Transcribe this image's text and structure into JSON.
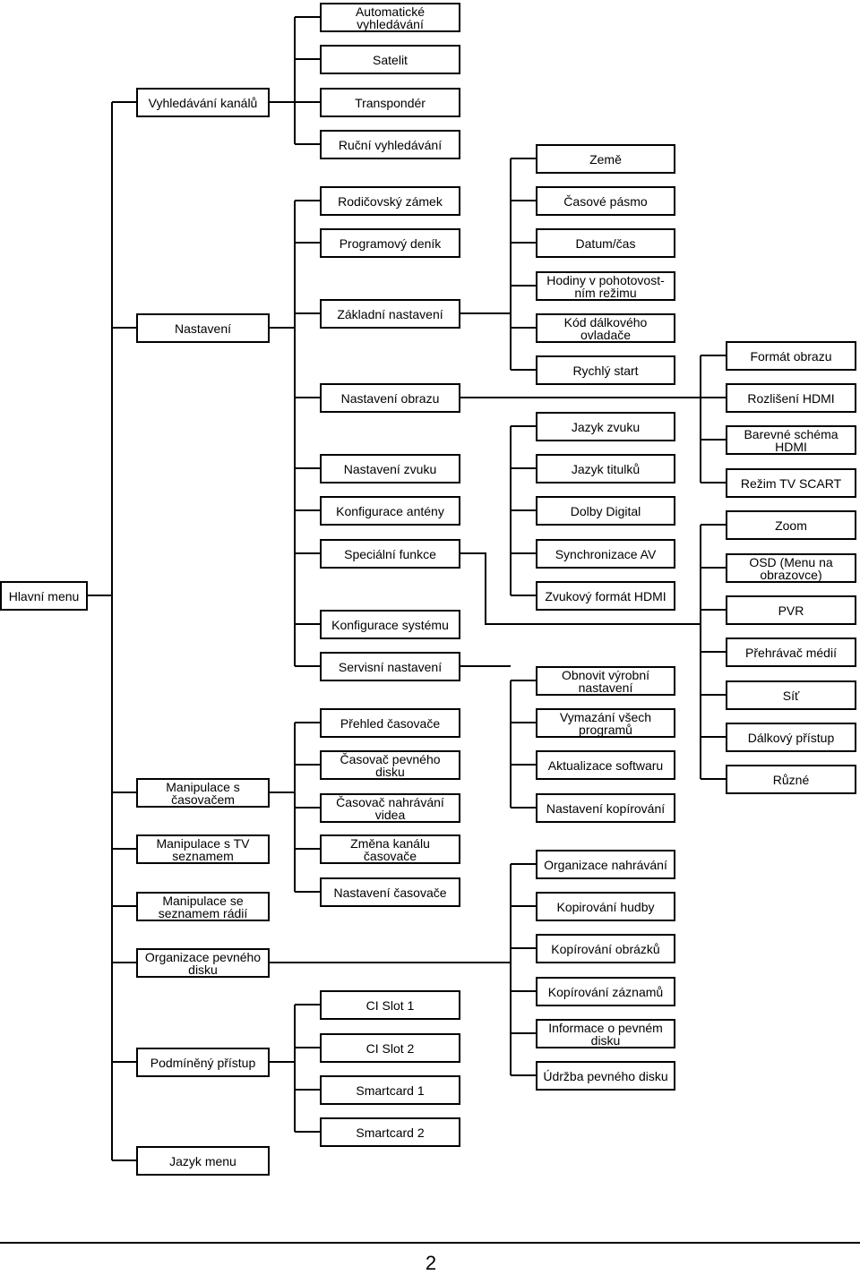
{
  "root": "Hlavní menu",
  "level1": [
    "Vyhledávání kanálů",
    "Nastavení",
    "Manipulace s časovačem",
    "Manipulace s TV seznamem",
    "Manipulace se seznamem rádií",
    "Organizace pevného disku",
    "Podmíněný přístup",
    "Jazyk menu"
  ],
  "search": [
    "Automatické vyhledávání",
    "Satelit",
    "Transpondér",
    "Ruční vyhledávání"
  ],
  "settings": [
    "Rodičovský zámek",
    "Programový deník",
    "Základní nastavení",
    "Nastavení obrazu",
    "Nastavení zvuku",
    "Konfigurace antény",
    "Speciální funkce",
    "Konfigurace systému",
    "Servisní nastavení"
  ],
  "basic": [
    "Země",
    "Časové pásmo",
    "Datum/čas",
    "Hodiny v pohotovost-ním režimu",
    "Kód dálkového ovladače",
    "Rychlý start"
  ],
  "picture": [
    "Formát obrazu",
    "Rozlišení HDMI",
    "Barevné schéma HDMI",
    "Režim TV SCART"
  ],
  "sound": [
    "Jazyk zvuku",
    "Jazyk titulků",
    "Dolby Digital",
    "Synchronizace AV",
    "Zvukový formát HDMI"
  ],
  "system": [
    "Zoom",
    "OSD (Menu na obrazovce)",
    "PVR",
    "Přehrávač médií",
    "Síť",
    "Dálkový přístup",
    "Různé"
  ],
  "service": [
    "Obnovit výrobní nastavení",
    "Vymazání všech programů",
    "Aktualizace softwaru",
    "Nastavení kopírování"
  ],
  "timer": [
    "Přehled časovače",
    "Časovač pevného disku",
    "Časovač nahrávání videa",
    "Změna kanálu časovače",
    "Nastavení časovače"
  ],
  "hdd": [
    "Organizace nahrávání",
    "Kopirování hudby",
    "Kopírování obrázků",
    "Kopírování záznamů",
    "Informace o pevném disku",
    "Údržba pevného disku"
  ],
  "ca": [
    "CI Slot 1",
    "CI Slot 2",
    "Smartcard 1",
    "Smartcard 2"
  ],
  "page_number": "2"
}
